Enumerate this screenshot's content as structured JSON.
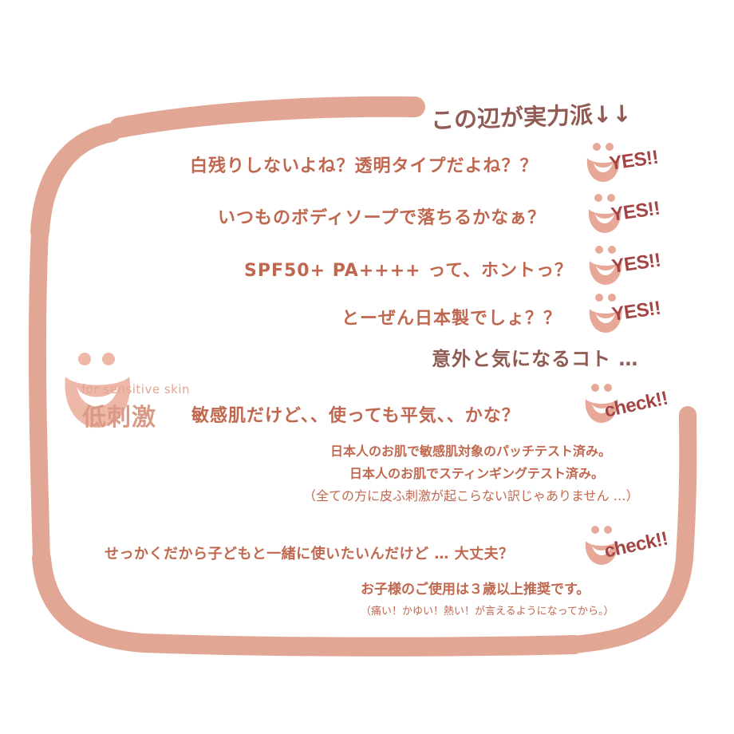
{
  "colors": {
    "frame": "#e2a694",
    "text": "#c0684f",
    "heading": "#8f5b52",
    "badge_face": "#e7a898",
    "badge_text": "#a44444"
  },
  "heading_main": "この辺が実力派↓↓",
  "yes_items": [
    {
      "question": "白残りしないよね？透明タイプだよね？？",
      "answer": "YES!!"
    },
    {
      "question": "いつものボディソープで落ちるかなぁ？",
      "answer": "YES!!"
    },
    {
      "question": "SPF50+ PA++++ って、ホントっ？",
      "answer": "YES!!"
    },
    {
      "question": "とーぜん日本製でしょ？？",
      "answer": "YES!!"
    }
  ],
  "heading_sub": "意外と気になるコト …",
  "feature": {
    "english": "for sensitive skin",
    "japanese": "低刺激"
  },
  "check_items": [
    {
      "question": "敏感肌だけど、、使っても平気、、かな？",
      "answer": "check!!",
      "notes": [
        "日本人のお肌で敏感肌対象のパッチテスト済み。",
        "日本人のお肌でスティンギングテスト済み。",
        "（全ての方に皮ふ刺激が起こらない訳じゃありません …）"
      ]
    },
    {
      "question": "せっかくだから子どもと一緒に使いたいんだけど … 大丈夫？",
      "answer": "check!!",
      "notes": [
        "お子様のご使用は３歳以上推奨です。",
        "（痛い！かゆい！熱い！が言えるようになってから。）"
      ]
    }
  ],
  "icons": {
    "badge": "smiley-face-icon",
    "feature": "smiley-face-icon"
  }
}
